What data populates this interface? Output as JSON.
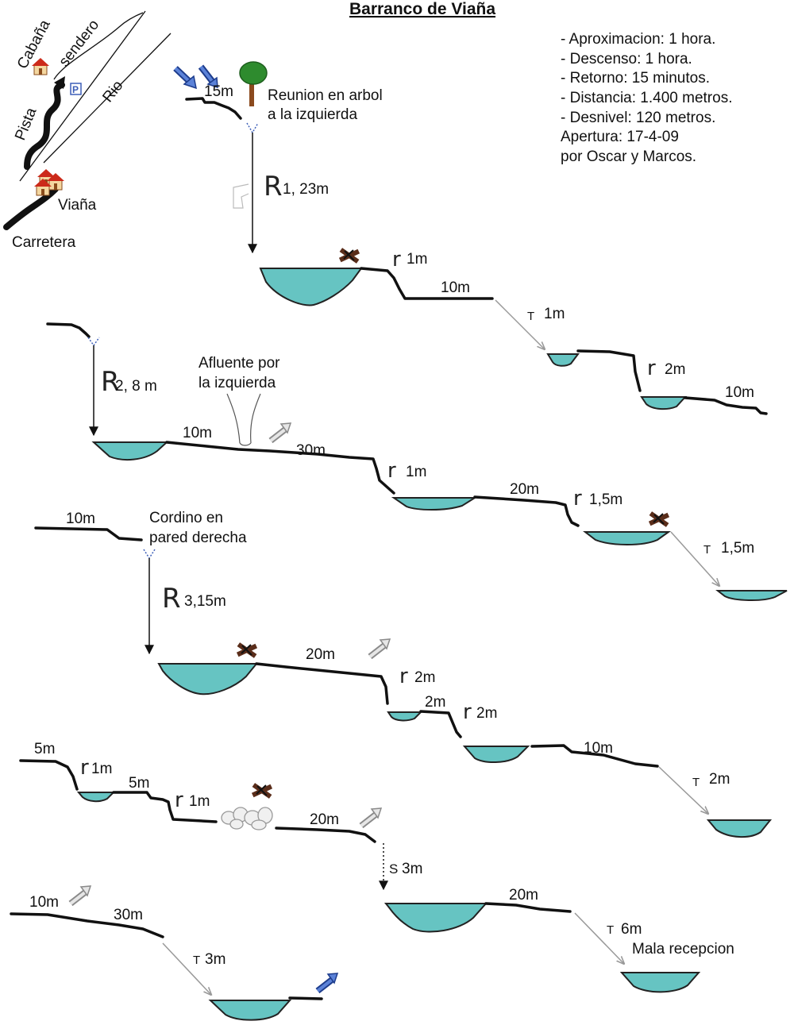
{
  "title": "Barranco de Viaña",
  "info": [
    "- Aproximacion: 1 hora.",
    "- Descenso: 1 hora.",
    "- Retorno: 15 minutos.",
    "- Distancia: 1.400 metros.",
    "- Desnivel: 120 metros.",
    "Apertura: 17-4-09",
    "por Oscar y Marcos."
  ],
  "map": {
    "cabana": "Cabaña",
    "sendero": "sendero",
    "rio": "Rio",
    "pista": "Pista",
    "viana": "Viaña",
    "carretera": "Carretera",
    "parking": "P"
  },
  "labels": {
    "start_15m": "15m",
    "tree_note_1": "Reunion en arbol",
    "tree_note_2": "a la izquierda",
    "rappel1_letter": "R",
    "rappel1_value": "1, 23m",
    "jump_1m_a_letter": "r",
    "jump_1m_a_value": "1m",
    "dist_10m_a": "10m",
    "slide_1m_letter": "T",
    "slide_1m_value": "1m",
    "jump_2m_a_letter": "r",
    "jump_2m_a_value": "2m",
    "dist_10m_b": "10m",
    "rappel2_letter": "R",
    "rappel2_value": "2, 8 m",
    "afluente_1": "Afluente por",
    "afluente_2": "la izquierda",
    "dist_10m_c": "10m",
    "dist_30m_a": "30m",
    "jump_1m_b_letter": "r",
    "jump_1m_b_value": "1m",
    "dist_20m_a": "20m",
    "jump_15m_letter": "r",
    "jump_15m_value": "1,5m",
    "slide_15m_letter": "T",
    "slide_15m_value": "1,5m",
    "dist_10m_d": "10m",
    "cordino_1": "Cordino en",
    "cordino_2": "pared derecha",
    "rappel3_letter": "R",
    "rappel3_value": "3,15m",
    "dist_20m_b": "20m",
    "jump_2m_b_letter": "r",
    "jump_2m_b_value": "2m",
    "dist_2m": "2m",
    "jump_2m_c_letter": "r",
    "jump_2m_c_value": "2m",
    "dist_10m_e": "10m",
    "slide_2m_letter": "T",
    "slide_2m_value": "2m",
    "dist_5m_a": "5m",
    "jump_1m_c_letter": "r",
    "jump_1m_c_value": "1m",
    "dist_5m_b": "5m",
    "jump_1m_d_letter": "r",
    "jump_1m_d_value": "1m",
    "dist_20m_c": "20m",
    "rappel_s_letter": "S",
    "rappel_s_value": "3m",
    "dist_10m_f": "10m",
    "dist_30m_b": "30m",
    "dist_20m_d": "20m",
    "slide_3m_letter": "T",
    "slide_3m_value": "3m",
    "slide_6m_letter": "T",
    "slide_6m_value": "6m",
    "mala_recepcion": "Mala recepcion"
  },
  "colors": {
    "water": "#66c4c2",
    "ground": "#111111",
    "arrow_entry": "#3d5fb8",
    "arrow_exit": "#9a9a9a",
    "tree_leaves": "#2e8b2e",
    "tree_trunk": "#8b4a1e",
    "house_roof": "#cc2a1a",
    "anchor": "#5a2d1a"
  },
  "icons": [
    "entry-arrow-icon",
    "tree-icon",
    "anchor-icon",
    "exit-arrow-icon",
    "house-icon",
    "parking-icon",
    "boulders-icon"
  ]
}
